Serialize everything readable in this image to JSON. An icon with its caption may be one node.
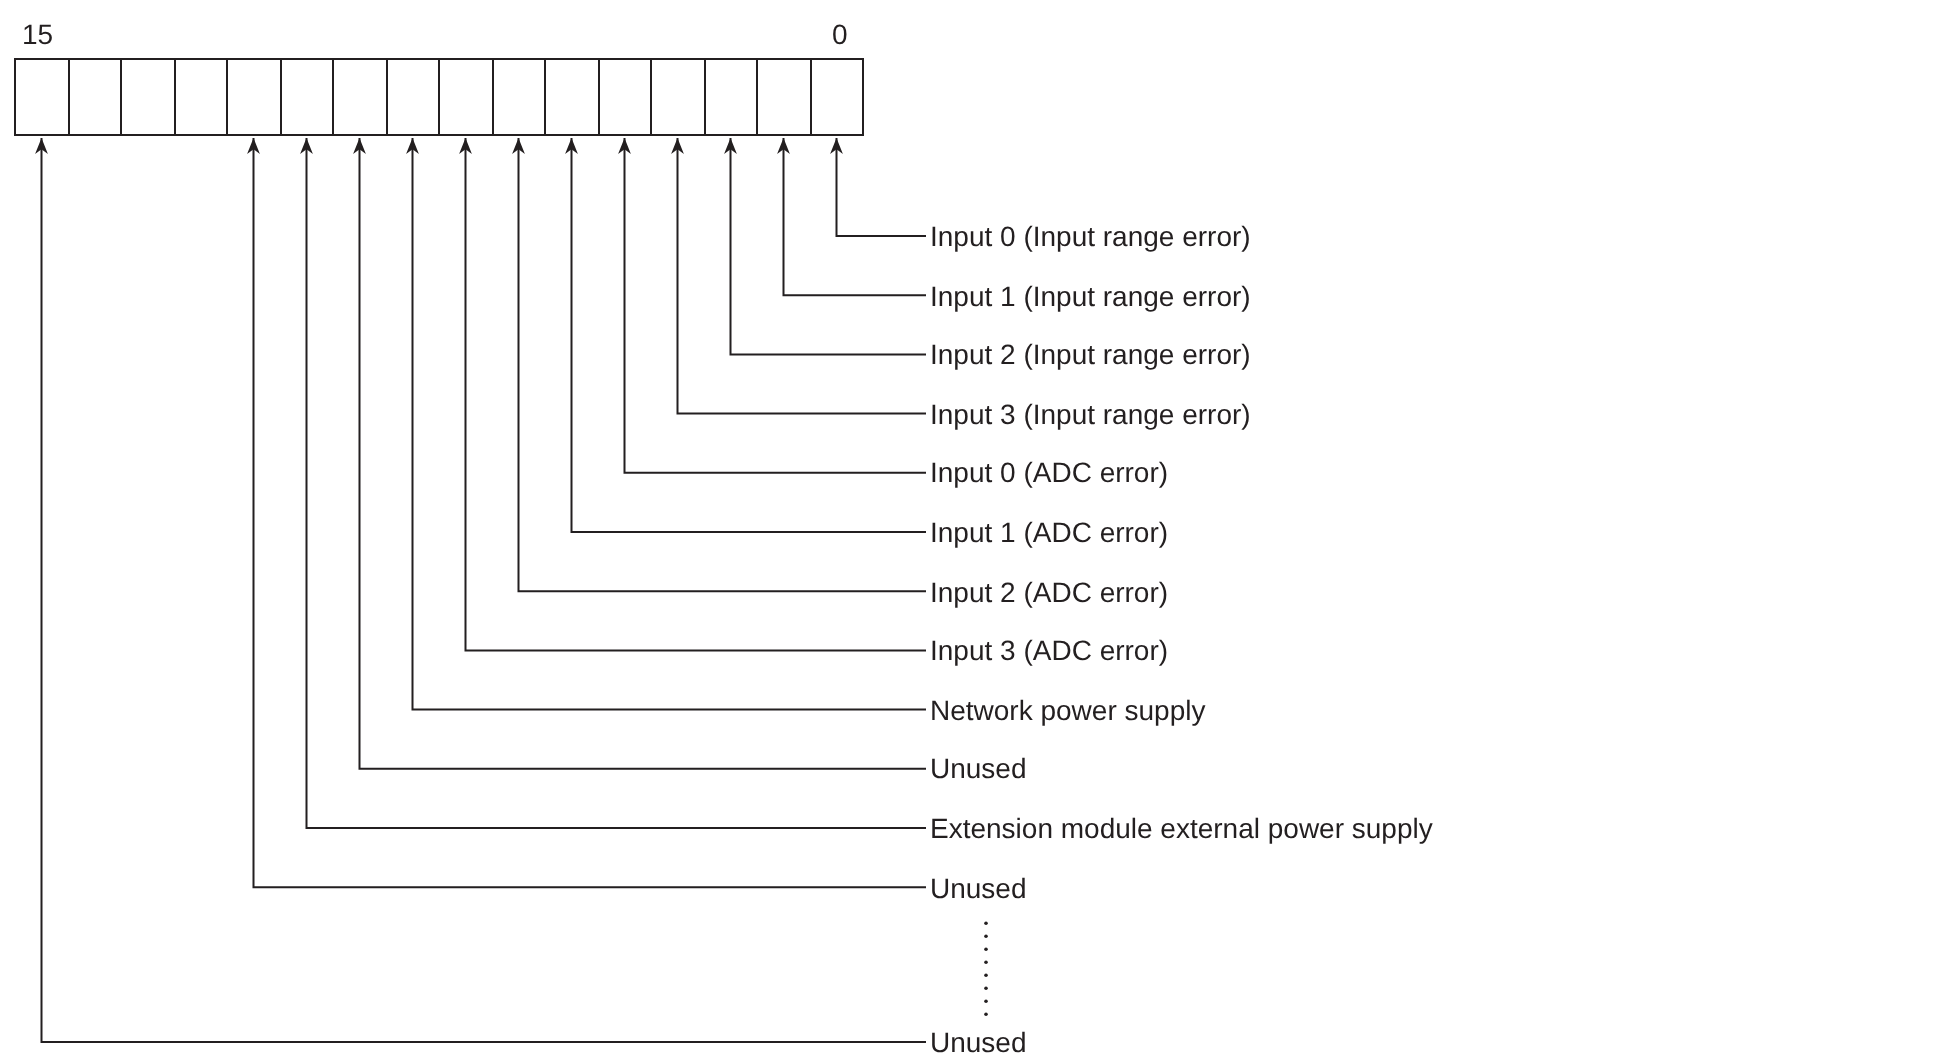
{
  "diagram": {
    "nodes": [
      {
        "text": [],
        "shape": "box"
      },
      {
        "text": [],
        "shape": "box"
      },
      {
        "text": [],
        "shape": "box"
      },
      {
        "text": [],
        "shape": "box"
      },
      {
        "text": [],
        "shape": "box"
      },
      {
        "text": [],
        "shape": "box"
      },
      {
        "text": [],
        "shape": "box"
      },
      {
        "text": [],
        "shape": "box"
      },
      {
        "text": [],
        "shape": "box"
      },
      {
        "text": [],
        "shape": "box"
      },
      {
        "text": [],
        "shape": "box"
      },
      {
        "text": [],
        "shape": "box"
      },
      {
        "text": [],
        "shape": "box"
      },
      {
        "text": [],
        "shape": "box"
      },
      {
        "text": [],
        "shape": "box"
      },
      {
        "text": [],
        "shape": "box"
      },
      {
        "text": [
          "Input 0 (Input range error)"
        ]
      },
      {
        "text": [
          "Input 1 (Input range error)"
        ]
      },
      {
        "text": [
          "Input 2 (Input range error)"
        ]
      },
      {
        "text": [
          "Input 3 (Input range error)"
        ]
      },
      {
        "text": [
          "Input 0 (ADC error)"
        ]
      },
      {
        "text": [
          "Input 1 (ADC error)"
        ]
      },
      {
        "text": [
          "Input 2 (ADC error)"
        ]
      },
      {
        "text": [
          "Input 3 (ADC error)"
        ]
      },
      {
        "text": [
          "Network power supply"
        ]
      },
      {
        "text": [
          "Unused"
        ]
      },
      {
        "text": [
          "Extension module external power supply"
        ]
      },
      {
        "text": [
          "Unused"
        ]
      },
      {
        "text": [
          "Unused"
        ]
      }
    ],
    "edges": [
      {
        "from": 16,
        "to": 15,
        "arrow": "to"
      },
      {
        "from": 17,
        "to": 14,
        "arrow": "to"
      },
      {
        "from": 18,
        "to": 13,
        "arrow": "to"
      },
      {
        "from": 19,
        "to": 12,
        "arrow": "to"
      },
      {
        "from": 20,
        "to": 11,
        "arrow": "to"
      },
      {
        "from": 21,
        "to": 10,
        "arrow": "to"
      },
      {
        "from": 22,
        "to": 9,
        "arrow": "to"
      },
      {
        "from": 23,
        "to": 8,
        "arrow": "to"
      },
      {
        "from": 24,
        "to": 7,
        "arrow": "to"
      },
      {
        "from": 25,
        "to": 6,
        "arrow": "to"
      },
      {
        "from": 26,
        "to": 5,
        "arrow": "to"
      },
      {
        "from": 27,
        "to": 4,
        "arrow": "to"
      },
      {
        "from": 28,
        "to": 0,
        "arrow": "to"
      }
    ],
    "labels": [
      "15",
      "0"
    ]
  }
}
